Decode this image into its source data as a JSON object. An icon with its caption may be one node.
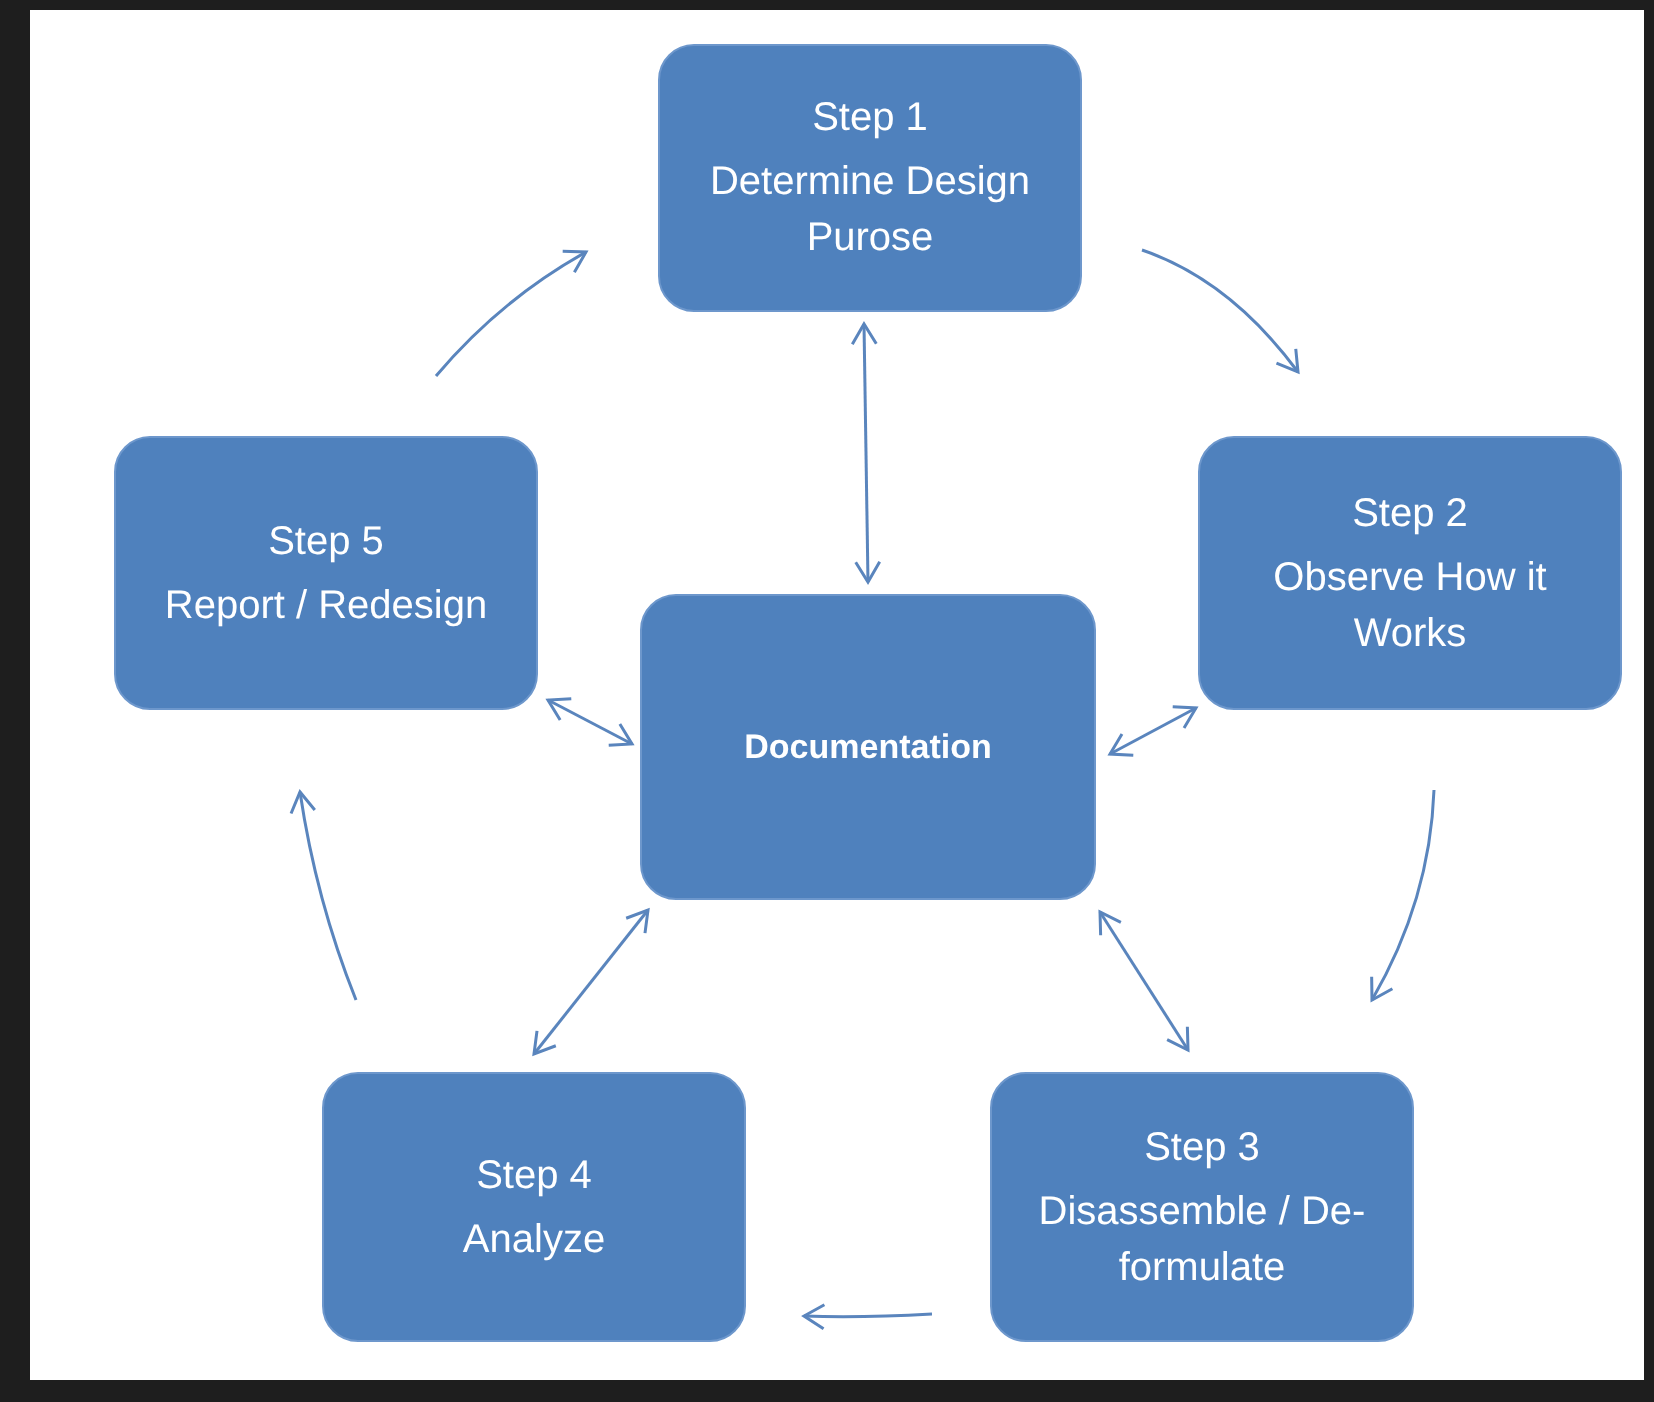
{
  "diagram": {
    "nodes": [
      {
        "text": [
          "Step 1",
          "Determine Design Purose"
        ]
      },
      {
        "text": [
          "Step 5",
          "Report / Redesign"
        ]
      },
      {
        "text": [
          "Step 2",
          "Observe How it Works"
        ]
      },
      {
        "text": [
          "Documentation"
        ]
      },
      {
        "text": [
          "Step 4",
          "Analyze"
        ]
      },
      {
        "text": [
          "Step 3",
          "Disassemble / De-formulate"
        ]
      }
    ],
    "edges": [
      {
        "from": 0,
        "to": 2,
        "arrow": "to"
      },
      {
        "from": 2,
        "to": 5,
        "arrow": "to"
      },
      {
        "from": 5,
        "to": 4,
        "arrow": "to"
      },
      {
        "from": 4,
        "to": 1,
        "arrow": "to"
      },
      {
        "from": 1,
        "to": 0,
        "arrow": "to"
      },
      {
        "from": 3,
        "to": 0,
        "arrow": "both"
      },
      {
        "from": 3,
        "to": 2,
        "arrow": "both"
      },
      {
        "from": 3,
        "to": 1,
        "arrow": "both"
      },
      {
        "from": 3,
        "to": 4,
        "arrow": "both"
      },
      {
        "from": 3,
        "to": 5,
        "arrow": "both"
      }
    ]
  }
}
